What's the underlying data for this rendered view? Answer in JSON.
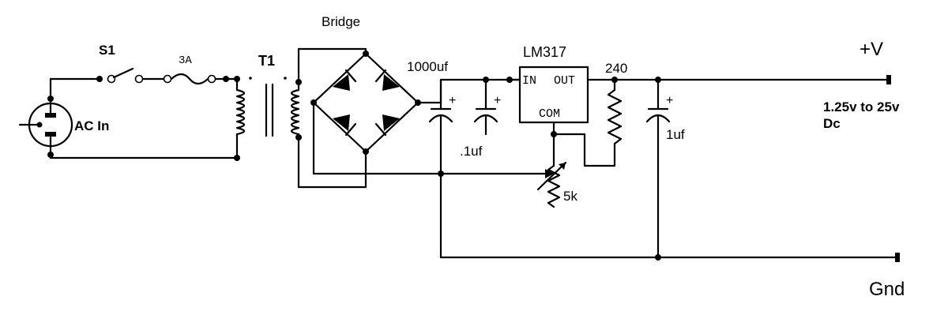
{
  "labels": {
    "switch": "S1",
    "fuse": "3A",
    "transformer": "T1",
    "ac_input": "AC In",
    "bridge": "Bridge",
    "cap_bulk": "1000uf",
    "cap_bypass": ".1uf",
    "regulator": "LM317",
    "reg_in": "IN",
    "reg_out": "OUT",
    "reg_com": "COM",
    "resistor": "240",
    "pot": "5k",
    "cap_out": "1uf",
    "plus_v": "+V",
    "output_range": "1.25v to 25v",
    "output_type": "Dc",
    "ground": "Gnd",
    "plus_sign": "+"
  },
  "colors": {
    "ink": "#000000",
    "background": "#ffffff"
  }
}
